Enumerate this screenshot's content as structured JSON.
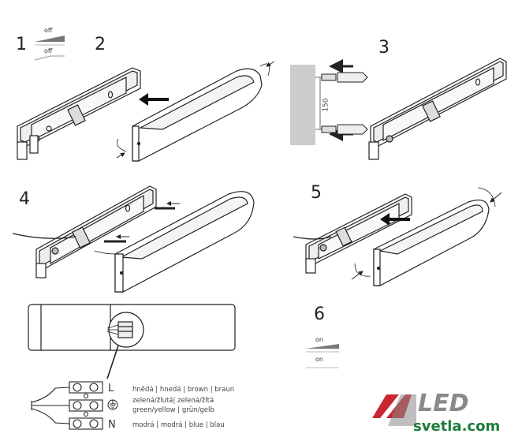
{
  "steps": [
    "1",
    "2",
    "3",
    "4",
    "5",
    "6"
  ],
  "switch_labels": {
    "off_top": "off",
    "off_bottom": "off",
    "on_top": "on",
    "on_bottom": "on"
  },
  "dimension_label": "150",
  "terminals": [
    "L",
    "N"
  ],
  "wires": [
    "hnědá | hnedá | brown | braun",
    "zelená/žlutá| zelená/žltá",
    "green/yellow | grün/gelb",
    "modrá | modrá | blue | blau"
  ],
  "logo": {
    "brand": "LED",
    "domain": "svetla.com",
    "colors": {
      "red": "#c8272f",
      "gray": "#8a8a8a",
      "green": "#1e7a3a"
    }
  }
}
